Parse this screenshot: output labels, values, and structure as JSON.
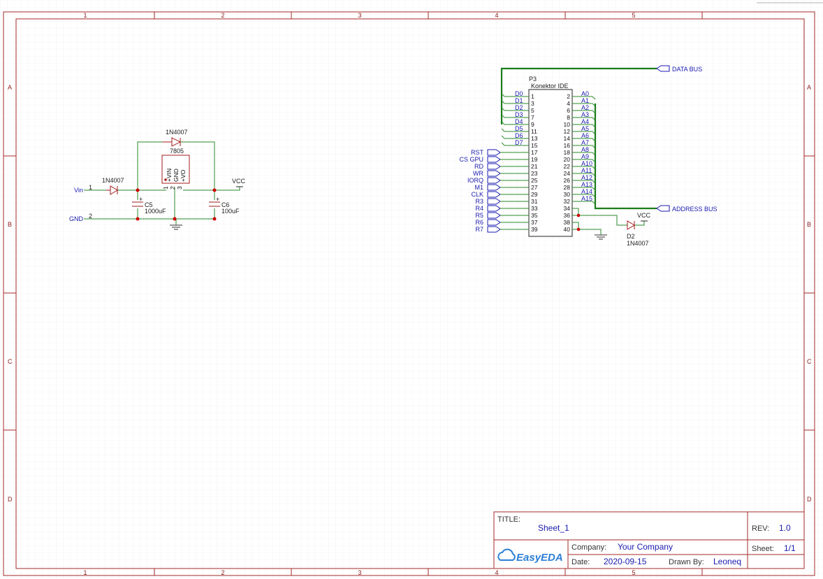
{
  "frame": {
    "col_labels": [
      "1",
      "2",
      "3",
      "4",
      "5"
    ],
    "row_labels": [
      "A",
      "B",
      "C",
      "D"
    ],
    "colors": {
      "frame": "#a52a2a",
      "wire": "#2a8a2a",
      "net_label": "#1a1ab0",
      "junction": "#cc0000"
    }
  },
  "power": {
    "vin_label": "Vin",
    "vin_pin": "1",
    "gnd_label": "GND",
    "gnd_pin": "2",
    "d_top_value": "1N4007",
    "d_in_value": "1N4007",
    "reg_name": "7805",
    "reg_pins": [
      "+VIN",
      "GND",
      "+VO"
    ],
    "reg_pin_nums": [
      "1",
      "2",
      "3"
    ],
    "c5_name": "C5",
    "c5_value": "1000uF",
    "c6_name": "C6",
    "c6_value": "100uF",
    "vcc_label": "VCC"
  },
  "connector": {
    "ref": "P3",
    "name": "Konektor IDE",
    "left_labels": [
      "D0",
      "D1",
      "D2",
      "D3",
      "D4",
      "D5",
      "D6",
      "D7"
    ],
    "left_pins": [
      "1",
      "3",
      "5",
      "7",
      "9",
      "11",
      "13",
      "15",
      "17",
      "19",
      "21",
      "23",
      "25",
      "27",
      "29",
      "31",
      "33",
      "35",
      "37",
      "39"
    ],
    "right_pins": [
      "2",
      "4",
      "6",
      "8",
      "10",
      "12",
      "14",
      "16",
      "18",
      "20",
      "22",
      "24",
      "26",
      "28",
      "30",
      "32",
      "34",
      "36",
      "38",
      "40"
    ],
    "right_labels": [
      "A0",
      "A1",
      "A2",
      "A3",
      "A4",
      "A5",
      "A6",
      "A7",
      "A8",
      "A9",
      "A10",
      "A11",
      "A12",
      "A13",
      "A14",
      "A15"
    ],
    "signal_ports": [
      "RST",
      "CS GPU",
      "RD",
      "WR",
      "IORQ",
      "M1",
      "CLK",
      "R3",
      "R4",
      "R5",
      "R6",
      "R7"
    ],
    "data_bus": "DATA BUS",
    "address_bus": "ADDRESS BUS",
    "d2_name": "D2",
    "d2_value": "1N4007",
    "vcc_label": "VCC"
  },
  "title_block": {
    "title_label": "TITLE:",
    "title_value": "Sheet_1",
    "rev_label": "REV:",
    "rev_value": "1.0",
    "company_label": "Company:",
    "company_value": "Your Company",
    "sheet_label": "Sheet:",
    "sheet_value": "1/1",
    "date_label": "Date:",
    "date_value": "2020-09-15",
    "drawn_label": "Drawn By:",
    "drawn_value": "Leoneq",
    "logo_text": "EasyEDA"
  }
}
